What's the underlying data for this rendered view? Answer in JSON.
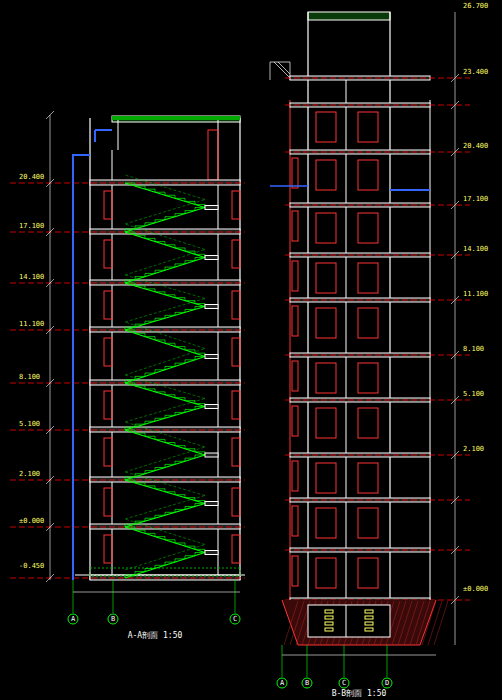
{
  "diagram": {
    "labels": [
      "20.400",
      "17.100",
      "14.100",
      "11.100",
      "8.100",
      "5.100",
      "2.100",
      "±0.000",
      "-0.450",
      "26.700",
      "23.400",
      "20.400",
      "17.100",
      "14.100",
      "11.100",
      "8.100",
      "5.100",
      "2.100",
      "±0.000",
      "A",
      "B",
      "C",
      "A",
      "B",
      "C",
      "D",
      "A-A剖面 1:50",
      "B-B剖面 1:50"
    ]
  }
}
